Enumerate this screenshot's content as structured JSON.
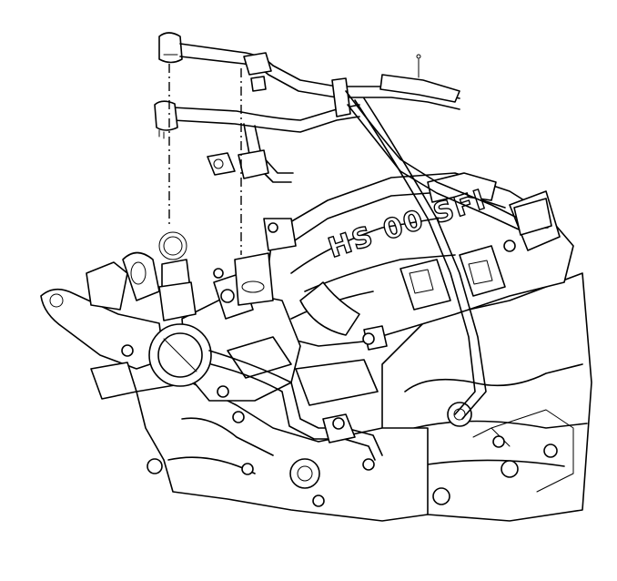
{
  "diagram": {
    "embossed_text": "HS 00 SFI"
  },
  "components": [
    "fuel-line-assembly",
    "fuel-injector-connector",
    "throttle-body",
    "intake-manifold",
    "mounting-bracket",
    "bolt",
    "engine-block"
  ]
}
